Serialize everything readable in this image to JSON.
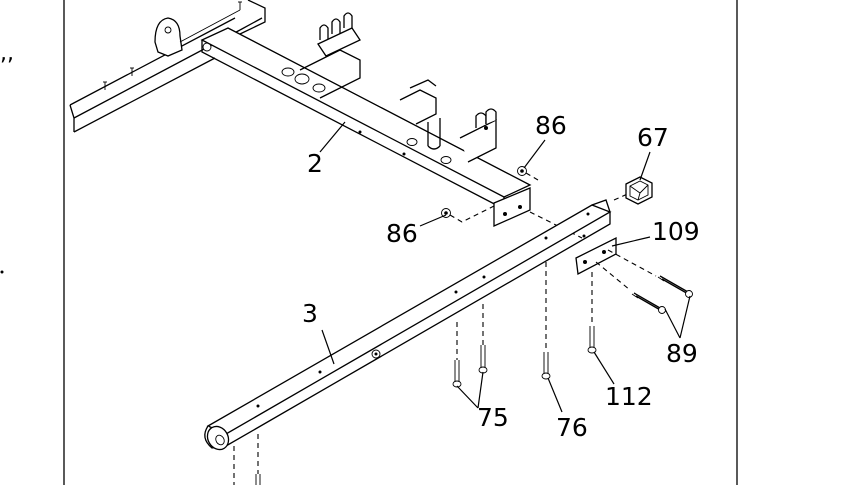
{
  "diagram": {
    "edge_text_left": ",,",
    "callouts": [
      {
        "id": "part-2",
        "label": "2"
      },
      {
        "id": "part-86a",
        "label": "86"
      },
      {
        "id": "part-86b",
        "label": "86"
      },
      {
        "id": "part-67",
        "label": "67"
      },
      {
        "id": "part-109",
        "label": "109"
      },
      {
        "id": "part-3",
        "label": "3"
      },
      {
        "id": "part-89",
        "label": "89"
      },
      {
        "id": "part-75",
        "label": "75"
      },
      {
        "id": "part-76",
        "label": "76"
      },
      {
        "id": "part-112",
        "label": "112"
      }
    ]
  }
}
